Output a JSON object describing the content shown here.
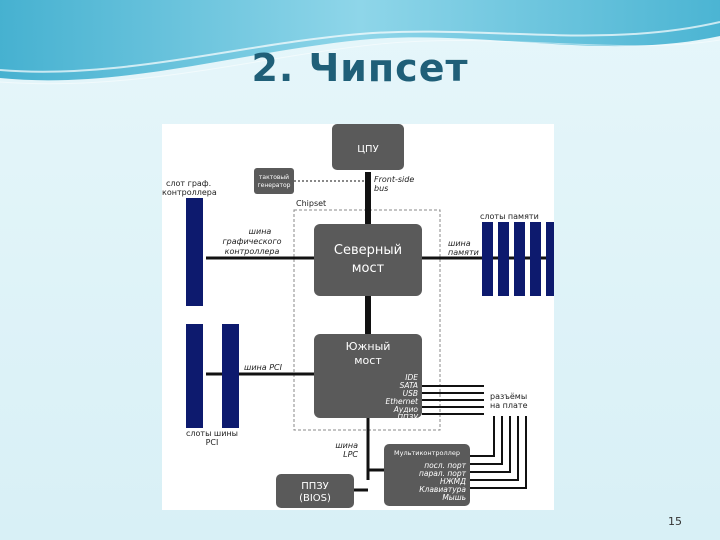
{
  "slide": {
    "title": "2. Чипсет",
    "page_number": "15"
  },
  "colors": {
    "title": "#1f5f78",
    "box_fill": "#5a5a5a",
    "slot_fill": "#0d1a6e",
    "bus_line": "#111111",
    "background": "#dff3f8"
  },
  "diagram": {
    "cpu": "ЦПУ",
    "clock_gen": [
      "тактовый",
      "генератор"
    ],
    "fsb": [
      "Front-side",
      "bus"
    ],
    "chipset": "Chipset",
    "gfx_slot": [
      "слот граф.",
      "контроллера"
    ],
    "gfx_bus": [
      "шина",
      "графического",
      "контроллера"
    ],
    "north_bridge": [
      "Северный",
      "мост"
    ],
    "mem_bus": [
      "шина",
      "памяти"
    ],
    "mem_slots": "слоты памяти",
    "south_bridge": [
      "Южный",
      "мост"
    ],
    "pci_bus": "шина PCI",
    "pci_slots": [
      "слоты шины",
      "PCI"
    ],
    "south_ifaces": [
      "IDE",
      "SATA",
      "USB",
      "Ethernet",
      "Аудио",
      "ППЗУ"
    ],
    "onboard": [
      "разъёмы",
      "на плате"
    ],
    "lpc_bus": [
      "шина",
      "LPC"
    ],
    "bios": [
      "ППЗУ",
      "(BIOS)"
    ],
    "super_io": "Мультиконтроллер",
    "super_io_items": [
      "посл. порт",
      "парал. порт",
      "НЖМД",
      "Клавиатура",
      "Мышь"
    ]
  }
}
